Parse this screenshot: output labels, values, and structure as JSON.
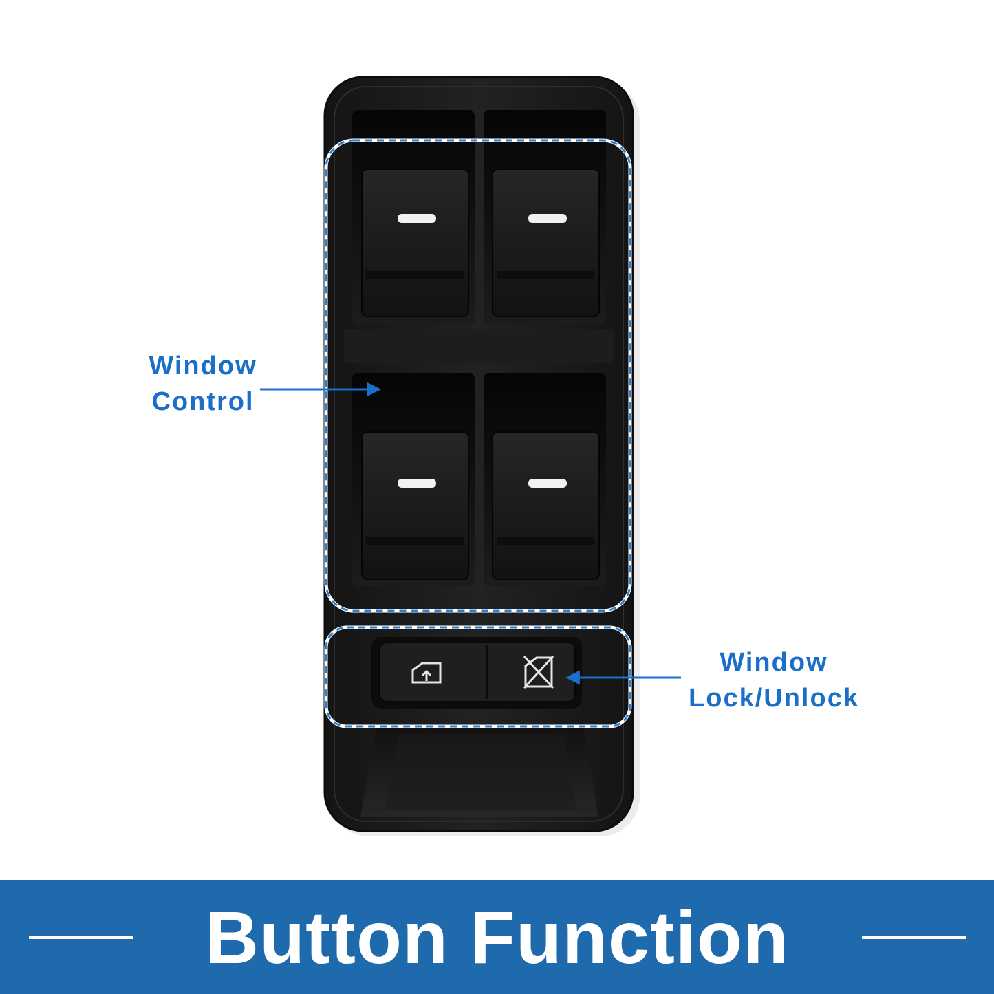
{
  "callouts": {
    "window_control": {
      "line1": "Window",
      "line2": "Control"
    },
    "window_lock": {
      "line1": "Window",
      "line2": "Lock/Unlock"
    }
  },
  "banner": {
    "title": "Button Function"
  },
  "colors": {
    "accent_blue": "#1b6fc8",
    "banner_blue": "#1f6aac",
    "panel_black": "#1a1a1a",
    "highlight_dash": "#2a7fd0"
  },
  "icons": [
    "window-lock-icon",
    "window-lock-disabled-icon",
    "arrow-icon"
  ]
}
